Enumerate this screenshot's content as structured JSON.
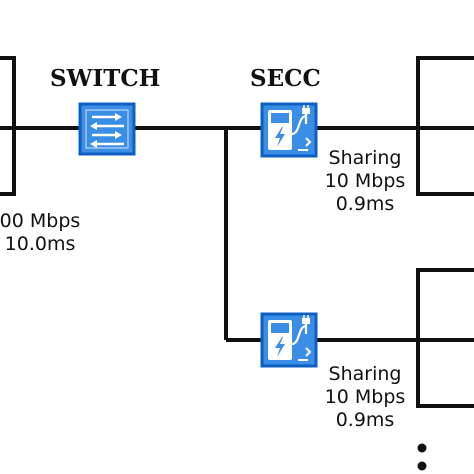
{
  "colors": {
    "line": "#111111",
    "device_fill": "#3b8ee6",
    "device_border": "#0d5fc4",
    "device_glyph": "#ffffff"
  },
  "nodes": {
    "switch": {
      "label": "SWITCH",
      "icon": "network-switch-icon"
    },
    "secc_top": {
      "label": "SECC",
      "icon": "ev-charger-icon"
    },
    "secc_bottom": {
      "icon": "ev-charger-icon"
    }
  },
  "links": {
    "left": {
      "bandwidth": "00 Mbps",
      "latency": "10.0ms"
    },
    "top_right": {
      "mode": "Sharing",
      "bandwidth": "10 Mbps",
      "latency": "0.9ms"
    },
    "bottom_right": {
      "mode": "Sharing",
      "bandwidth": "10 Mbps",
      "latency": "0.9ms"
    }
  },
  "continuation_marker": "more-nodes-dots"
}
